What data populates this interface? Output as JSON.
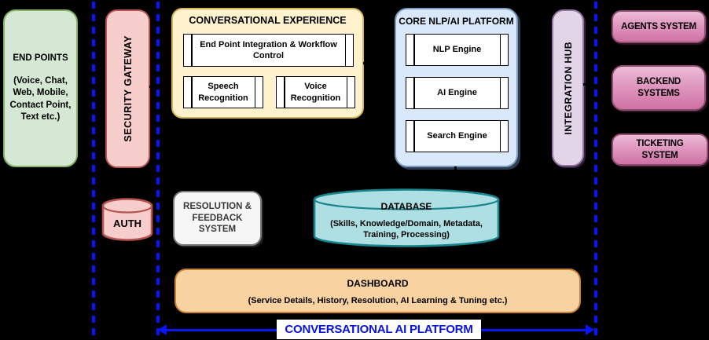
{
  "diagram": {
    "endpoints": {
      "title": "END POINTS",
      "subtitle": "(Voice, Chat, Web, Mobile, Contact Point, Text etc.)"
    },
    "security_gateway": {
      "label": "SECURITY GATEWAY"
    },
    "conversational_experience": {
      "title": "CONVERSATIONAL EXPERIENCE",
      "modules": [
        "End Point Integration & Workflow Control",
        "Speech Recognition",
        "Voice Recognition"
      ]
    },
    "core_platform": {
      "title": "CORE NLP/AI PLATFORM",
      "modules": [
        "NLP Engine",
        "AI Engine",
        "Search Engine"
      ]
    },
    "integration_hub": {
      "label": "INTEGRATION HUB"
    },
    "external_systems": [
      "AGENTS SYSTEM",
      "BACKEND SYSTEMS",
      "TICKETING SYSTEM"
    ],
    "auth": {
      "label": "AUTH"
    },
    "resolution_feedback": {
      "label": "RESOLUTION & FEEDBACK SYSTEM"
    },
    "database": {
      "title": "DATABASE",
      "subtitle": "(Skills, Knowledge/Domain, Metadata, Training, Processing)"
    },
    "dashboard": {
      "title": "DASHBOARD",
      "subtitle": "(Service Details, History, Resolution, AI Learning & Tuning etc.)"
    },
    "platform_label": "CONVERSATIONAL AI PLATFORM"
  },
  "colors": {
    "background": "#000000",
    "lane_divider_blue": "#0714ff",
    "endpoints_fill": "#d5e8d4",
    "endpoints_border": "#82b366",
    "security_fill": "#f8cecc",
    "security_border": "#b85450",
    "experience_fill": "#fff2cc",
    "experience_border": "#d6b656",
    "core_fill": "#dae8fc",
    "core_border": "#7d9bc1",
    "hub_fill": "#e1d5e7",
    "hub_border": "#9673a6",
    "external_fill_top": "#ecbad6",
    "external_fill_bottom": "#cf72a4",
    "database_fill": "#aedfe3",
    "database_border": "#17858d",
    "dashboard_fill": "#f8d2a0",
    "dashboard_border": "#c8812f",
    "platform_label_color": "#0712e0"
  }
}
